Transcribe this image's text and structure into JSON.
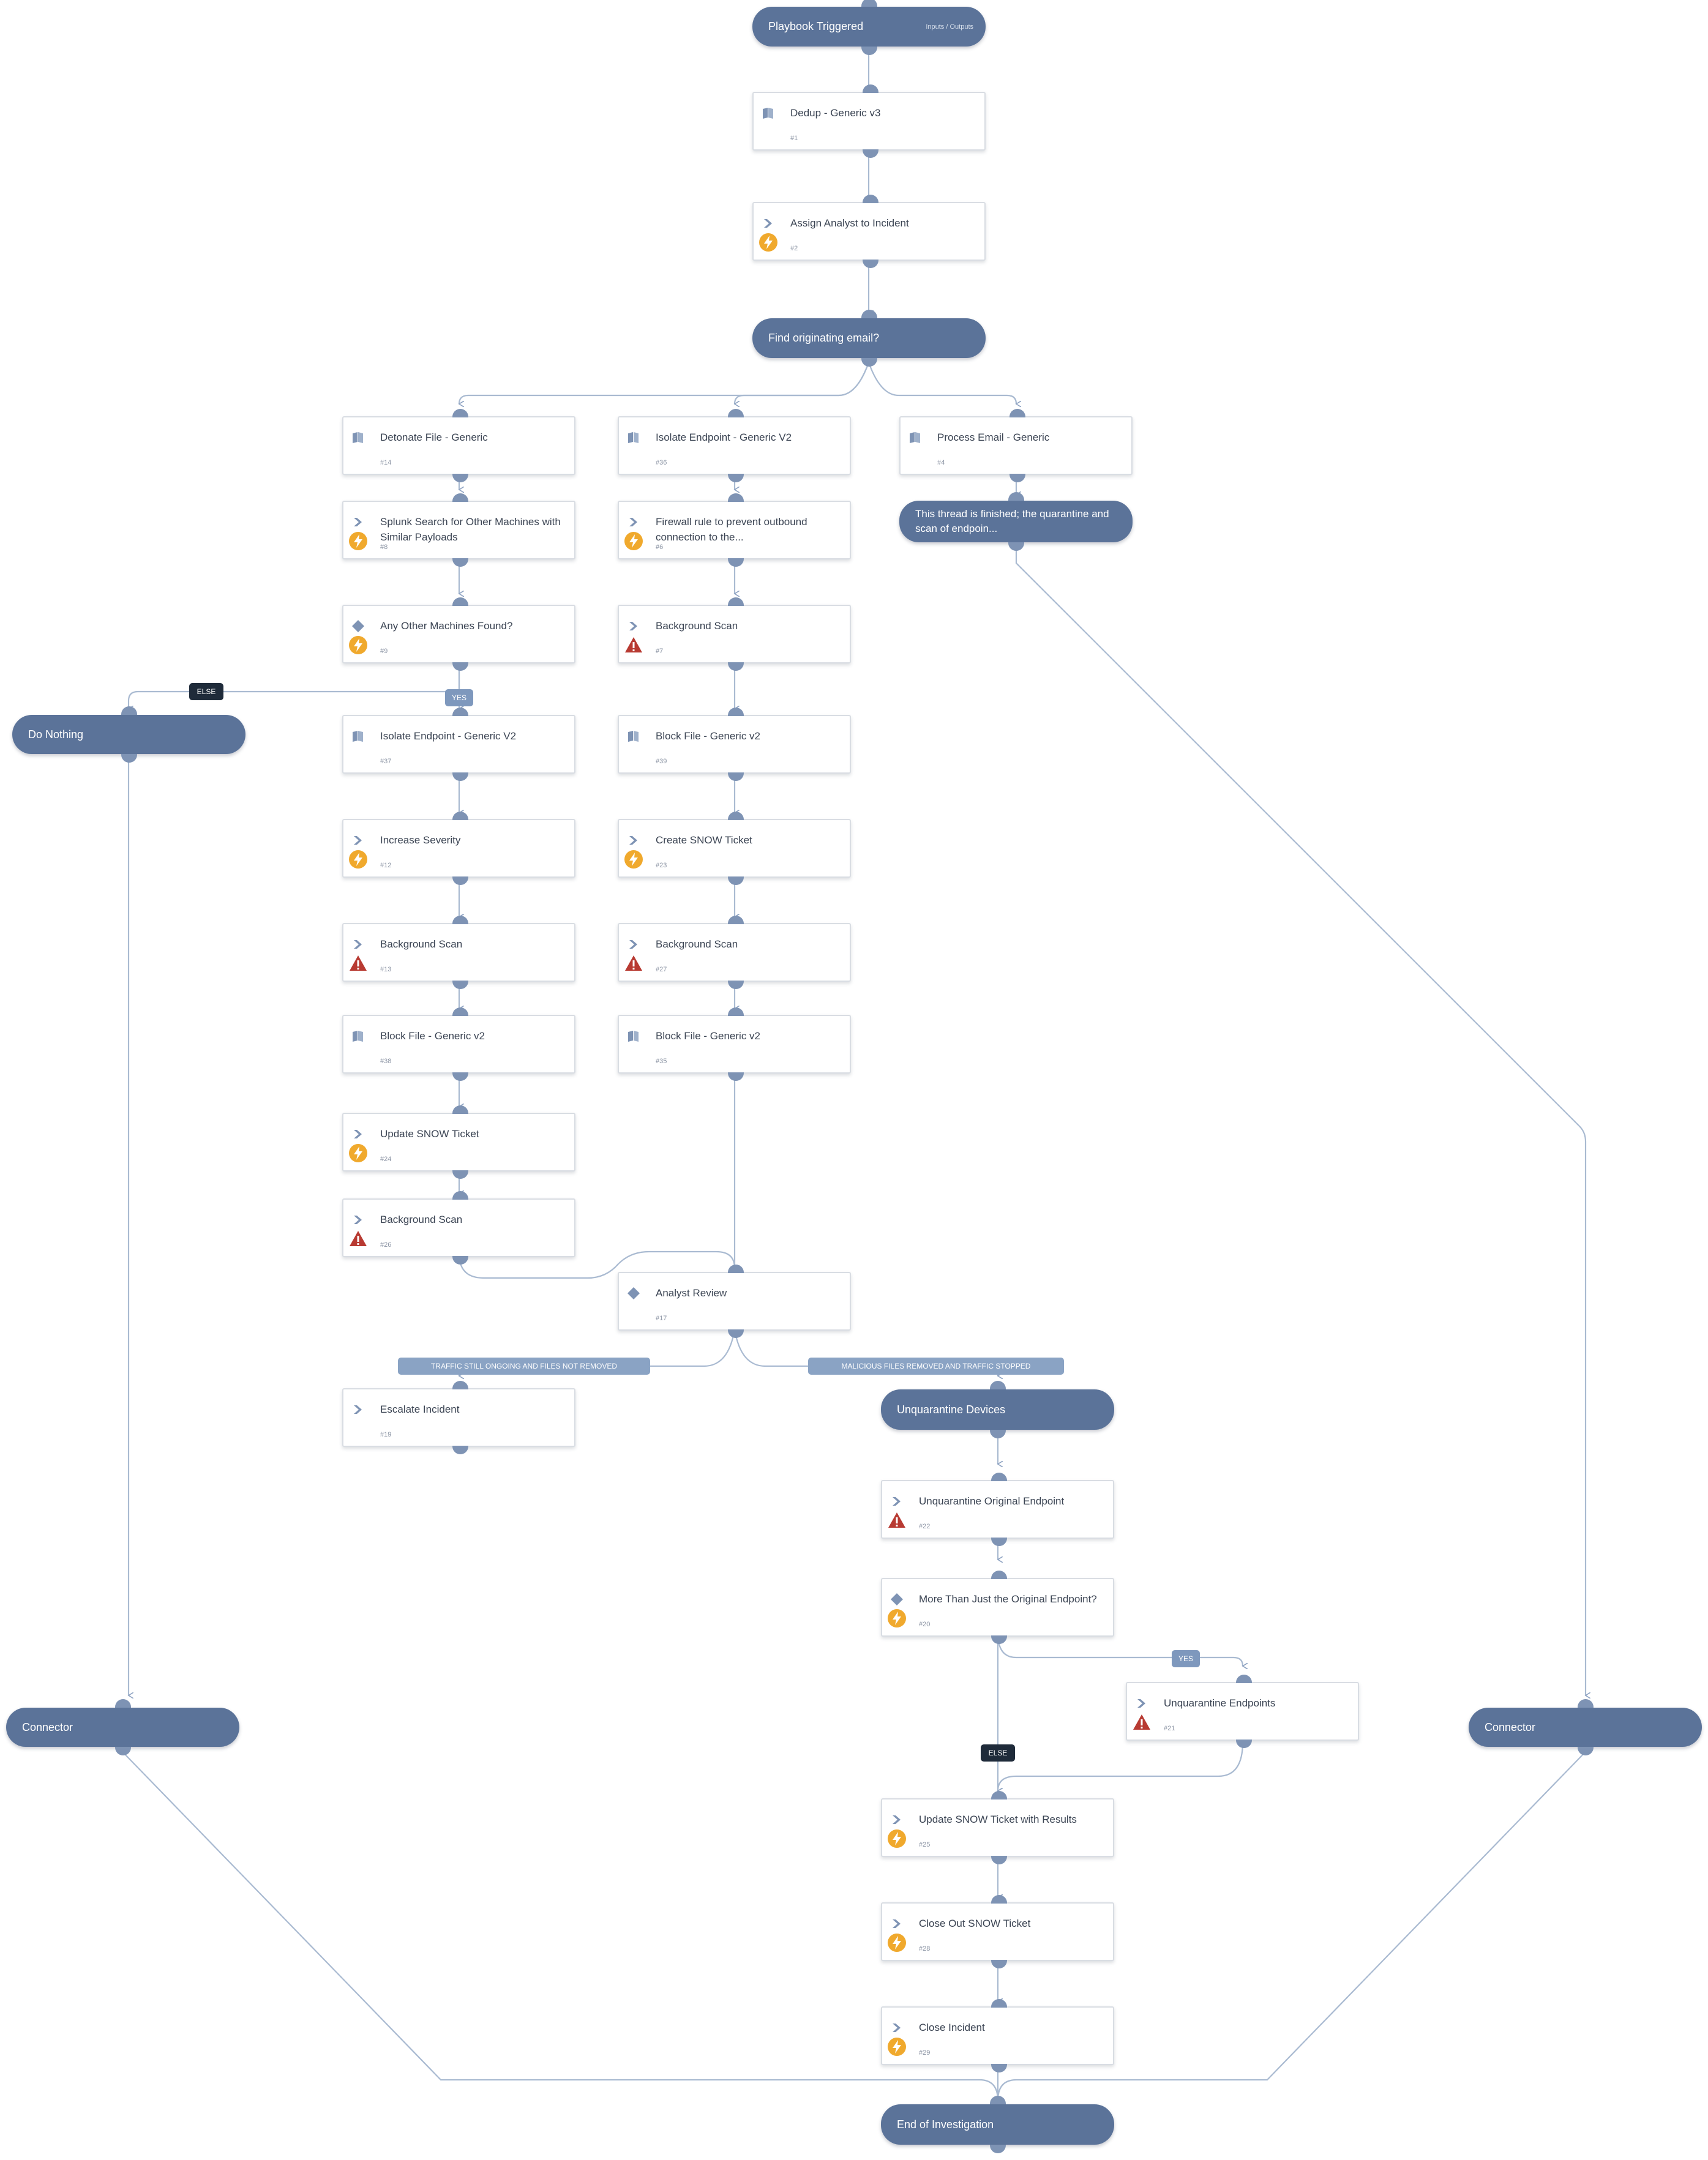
{
  "title": "",
  "colors": {
    "node": "#5b7399",
    "edge": "#a9bad1",
    "port": "#7e93b4",
    "auto": "#f0a92d",
    "manual": "#b83a32"
  },
  "nodes": {
    "n0": {
      "label": "Playbook Triggered",
      "sub": "Inputs / Outputs"
    },
    "n1": {
      "label": "Dedup - Generic v3",
      "num": "#1"
    },
    "n2": {
      "label": "Assign Analyst to Incident",
      "num": "#2"
    },
    "n3": {
      "label": "Find originating email?"
    },
    "n14": {
      "label": "Detonate File - Generic",
      "num": "#14"
    },
    "n36": {
      "label": "Isolate Endpoint - Generic V2",
      "num": "#36"
    },
    "n4": {
      "label": "Process Email - Generic",
      "num": "#4"
    },
    "nth": {
      "label": "This thread is finished; the quarantine and scan of endpoin..."
    },
    "n8": {
      "label": "Splunk Search for Other Machines with Similar Payloads",
      "num": "#8"
    },
    "n6": {
      "label": "Firewall rule to prevent outbound connection to the...",
      "num": "#6"
    },
    "n9": {
      "label": "Any Other Machines Found?",
      "num": "#9"
    },
    "n7": {
      "label": "Background Scan",
      "num": "#7"
    },
    "ndn": {
      "label": "Do Nothing"
    },
    "n37": {
      "label": "Isolate Endpoint - Generic V2",
      "num": "#37"
    },
    "n39": {
      "label": "Block File - Generic v2",
      "num": "#39"
    },
    "n12": {
      "label": "Increase Severity",
      "num": "#12"
    },
    "n23": {
      "label": "Create SNOW Ticket",
      "num": "#23"
    },
    "n13": {
      "label": "Background Scan",
      "num": "#13"
    },
    "n27": {
      "label": "Background Scan",
      "num": "#27"
    },
    "n38": {
      "label": "Block File - Generic v2",
      "num": "#38"
    },
    "n35": {
      "label": "Block File - Generic v2",
      "num": "#35"
    },
    "n24": {
      "label": "Update SNOW Ticket",
      "num": "#24"
    },
    "n26": {
      "label": "Background Scan",
      "num": "#26"
    },
    "n17": {
      "label": "Analyst Review",
      "num": "#17"
    },
    "n19": {
      "label": "Escalate Incident",
      "num": "#19"
    },
    "nud": {
      "label": "Unquarantine Devices"
    },
    "n22": {
      "label": "Unquarantine Original Endpoint",
      "num": "#22"
    },
    "n20": {
      "label": "More Than Just the Original Endpoint?",
      "num": "#20"
    },
    "n21": {
      "label": "Unquarantine Endpoints",
      "num": "#21"
    },
    "ncl": {
      "label": "Connector"
    },
    "ncr": {
      "label": "Connector"
    },
    "n25": {
      "label": "Update SNOW Ticket with Results",
      "num": "#25"
    },
    "n28": {
      "label": "Close Out SNOW Ticket",
      "num": "#28"
    },
    "n29": {
      "label": "Close Incident",
      "num": "#29"
    },
    "nend": {
      "label": "End of Investigation"
    }
  },
  "badges": {
    "else1": "ELSE",
    "yes1": "YES",
    "b_traffic": "TRAFFIC STILL ONGOING AND FILES NOT REMOVED",
    "b_malicious": "MALICIOUS FILES REMOVED AND TRAFFIC STOPPED",
    "yes2": "YES",
    "else2": "ELSE"
  }
}
